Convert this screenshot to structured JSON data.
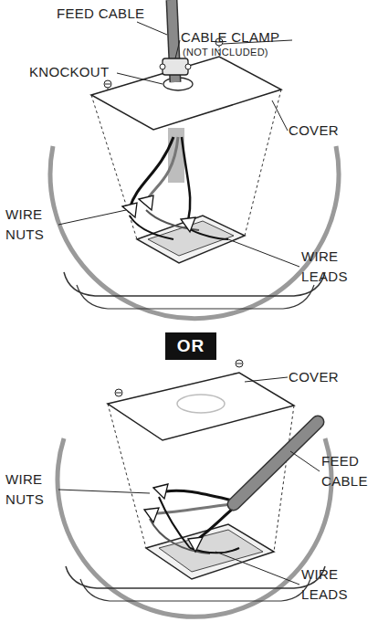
{
  "diagram": {
    "nodes": [
      {
        "text": [
          "OR"
        ]
      }
    ],
    "labels": [
      "FEED CABLE",
      "CABLE CLAMP",
      "(NOT INCLUDED)",
      "KNOCKOUT",
      "COVER",
      "WIRE NUTS",
      "WIRE LEADS",
      "COVER",
      "WIRE NUTS",
      "FEED CABLE",
      "WIRE LEADS"
    ]
  }
}
